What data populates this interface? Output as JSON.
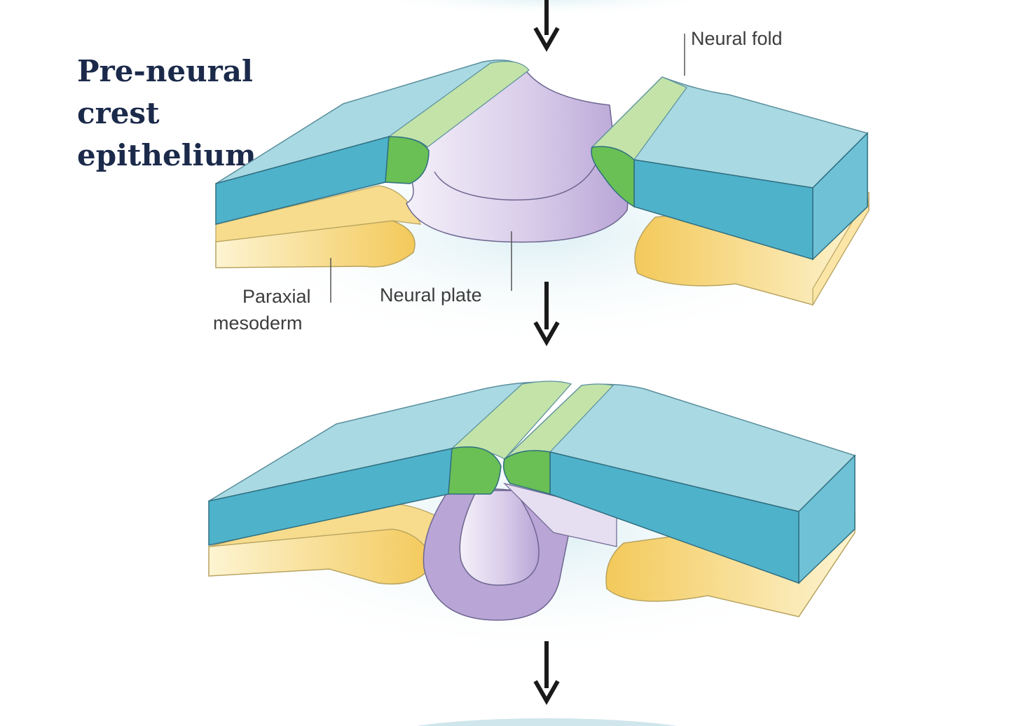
{
  "title": {
    "line1": "Pre-neural",
    "line2": "crest",
    "line3": "epithelium"
  },
  "labels": {
    "neural_fold": "Neural fold",
    "neural_plate": "Neural plate",
    "paraxial_line1": "Paraxial",
    "paraxial_line2": "mesoderm"
  },
  "colors": {
    "ectoderm_top": "#a9d9e3",
    "ectoderm_side": "#4fb2cb",
    "neural_crest_top": "#c3e3a9",
    "neural_crest_side": "#6abf55",
    "neural_plate": "#b9a5d6",
    "neural_plate_light": "#ece6f4",
    "mesoderm": "#fdf1c4",
    "mesoderm_shade": "#f3c95a",
    "arrow": "#1a1a1a"
  },
  "icons": [
    "down-arrow-icon",
    "down-arrow-icon",
    "down-arrow-icon"
  ]
}
